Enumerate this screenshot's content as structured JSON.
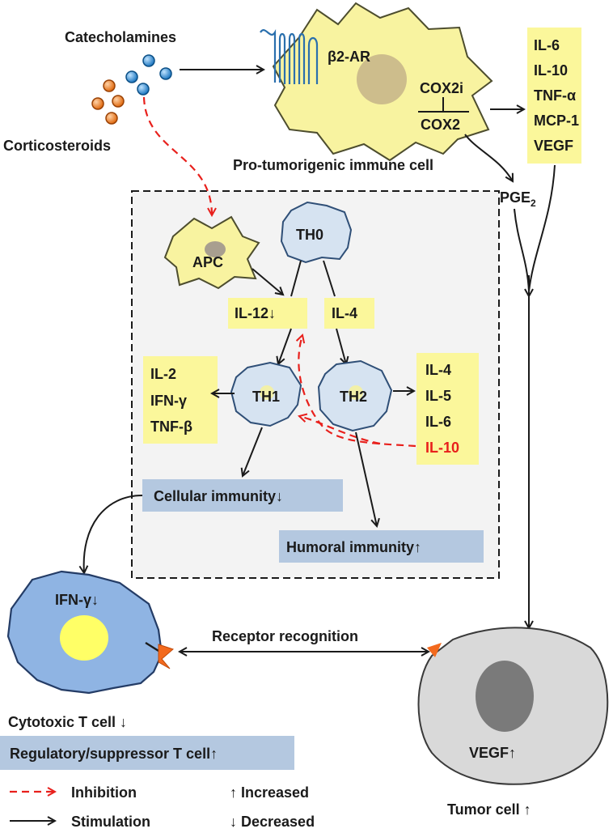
{
  "sources": {
    "catecholamines": "Catecholamines",
    "corticosteroids": "Corticosteroids"
  },
  "immune_cell": {
    "receptor": "β2-AR",
    "cox2i": "COX2i",
    "cox2": "COX2",
    "label": "Pro-tumorigenic immune cell"
  },
  "cytokines_released": [
    "IL-6",
    "IL-10",
    "TNF-α",
    "MCP-1",
    "VEGF"
  ],
  "pge2": {
    "base": "PGE",
    "sub": "2"
  },
  "th_cells": {
    "th0": "TH0",
    "th1": "TH1",
    "th2": "TH2",
    "apc": "APC"
  },
  "inducers": {
    "il12": "IL-12↓",
    "il4": "IL-4"
  },
  "th1_cytokines": [
    "IL-2",
    "IFN-γ",
    "TNF-β"
  ],
  "th2_cytokines": [
    "IL-4",
    "IL-5",
    "IL-6"
  ],
  "th2_il10": "IL-10",
  "immunity": {
    "cellular": "Cellular immunity↓",
    "humoral": "Humoral immunity↑"
  },
  "cytotoxic": {
    "ifn": "IFN-γ↓",
    "label": "Cytotoxic T cell ↓"
  },
  "receptor_recognition": "Receptor recognition",
  "regulatory": "Regulatory/suppressor T cell↑",
  "tumor": {
    "vegf": "VEGF↑",
    "label": "Tumor cell ↑"
  },
  "legend": {
    "inhibition": "Inhibition",
    "stimulation": "Stimulation",
    "increased": "↑ Increased",
    "decreased": "↓ Decreased"
  },
  "colors": {
    "yellow_box": "#fbf79b",
    "cell_yellow": "#f8f3a0",
    "th_blue": "#d6e3f1",
    "immunity_box": "#b4c8e0",
    "cytotoxic_blue": "#8fb4e3",
    "tumor_grey": "#d9d9d9",
    "red": "#e8201c",
    "orange": "#f07f23",
    "blue_dot": "#2e8bd1"
  }
}
